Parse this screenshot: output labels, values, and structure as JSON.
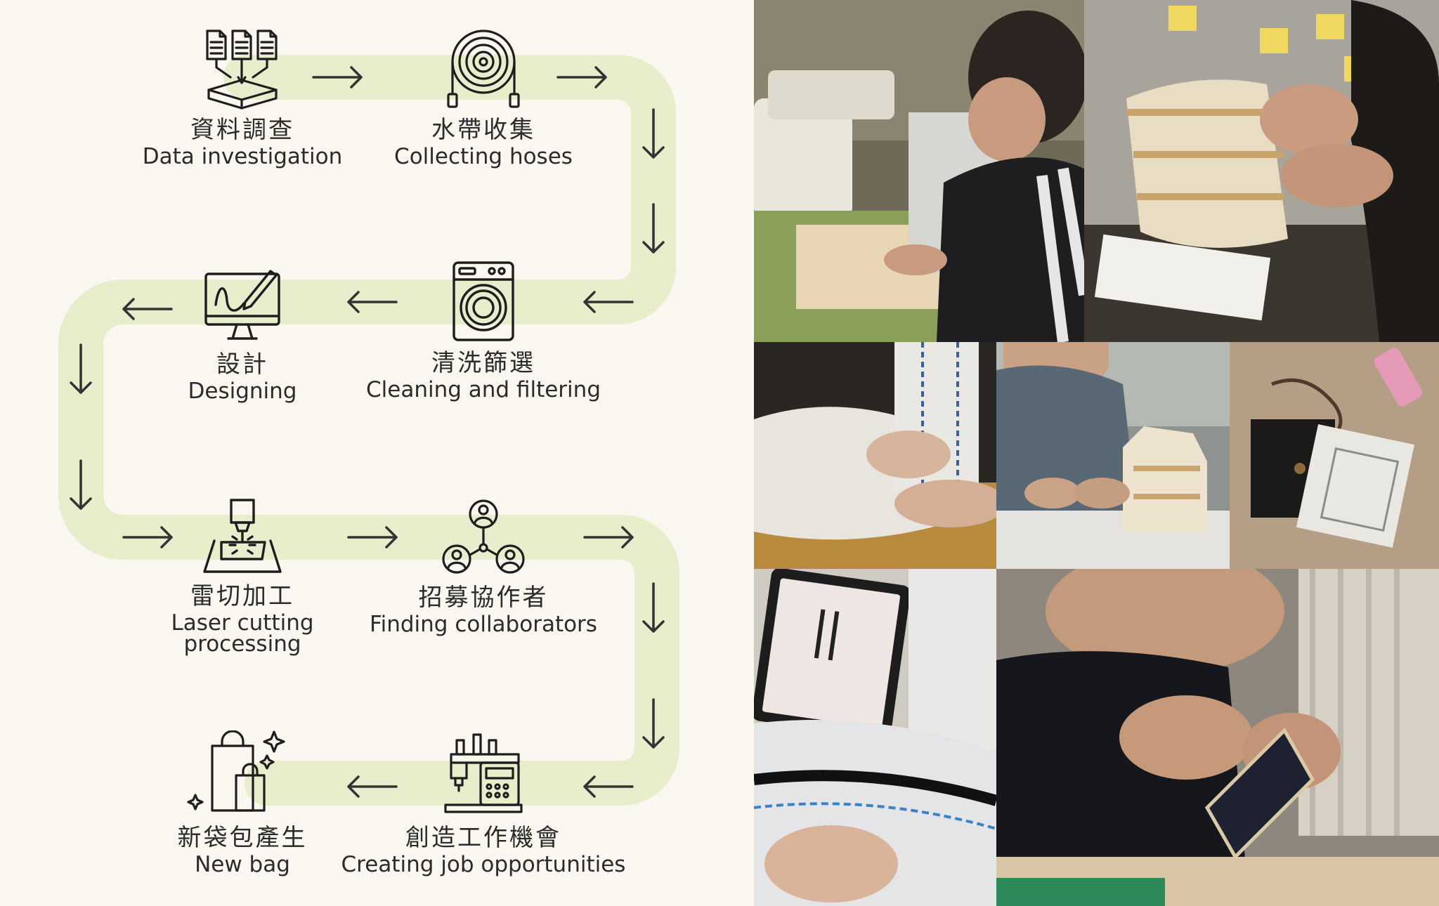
{
  "colors": {
    "background": "#faf7f0",
    "path": "#e8edcc",
    "icon_stroke": "#1e1e1e",
    "arrow": "#333333",
    "text": "#2b2b2b"
  },
  "steps": [
    {
      "zh": "資料調查",
      "en": "Data investigation",
      "icon": "documents-to-box-icon"
    },
    {
      "zh": "水帶收集",
      "en": "Collecting hoses",
      "icon": "coiled-hose-icon"
    },
    {
      "zh": "設計",
      "en": "Designing",
      "icon": "monitor-design-icon"
    },
    {
      "zh": "清洗篩選",
      "en": "Cleaning and filtering",
      "icon": "washing-machine-icon"
    },
    {
      "zh": "雷切加工",
      "en": "Laser cutting\nprocessing",
      "icon": "laser-cutter-icon"
    },
    {
      "zh": "招募協作者",
      "en": "Finding collaborators",
      "icon": "collaborators-network-icon"
    },
    {
      "zh": "新袋包產生",
      "en": "New bag",
      "icon": "shopping-bags-sparkle-icon"
    },
    {
      "zh": "創造工作機會",
      "en": "Creating job opportunities",
      "icon": "sewing-machine-icon"
    }
  ],
  "photos": [
    {
      "name": "photo-woman-sewing-machine"
    },
    {
      "name": "photo-hands-weaving-hose-basket"
    },
    {
      "name": "photo-hands-holding-hose-strap"
    },
    {
      "name": "photo-man-assembling-basket"
    },
    {
      "name": "photo-wallet-and-cord-materials"
    },
    {
      "name": "photo-tablet-and-sewing-machine"
    },
    {
      "name": "photo-man-stitching-wallet"
    }
  ]
}
